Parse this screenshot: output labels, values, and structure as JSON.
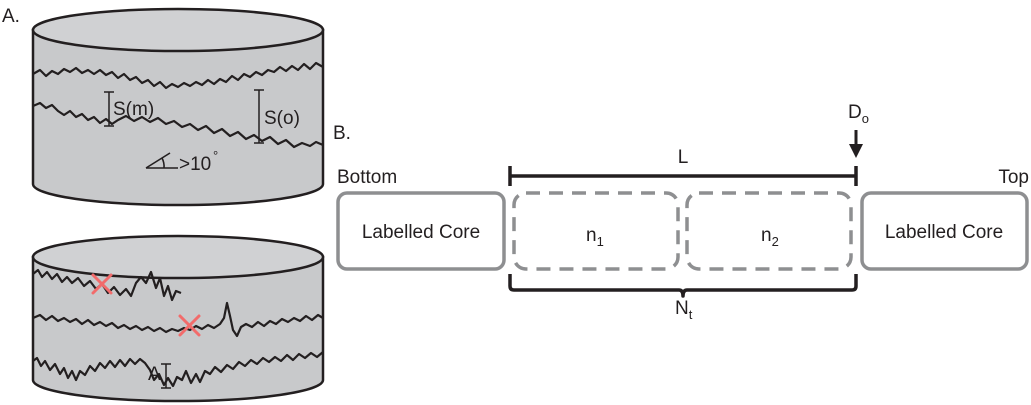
{
  "panel_a": {
    "label": "A.",
    "core_top": {
      "sm_label": "S(m)",
      "so_label": "S(o)",
      "angle_label": ">10",
      "degree_mark": "°"
    },
    "core_bottom": {
      "a_label": "A"
    }
  },
  "panel_b": {
    "label": "B.",
    "bottom_label": "Bottom",
    "top_label": "Top",
    "left_box_label": "Labelled Core",
    "right_box_label": "Labelled Core",
    "n1": {
      "base": "n",
      "sub": "1"
    },
    "n2": {
      "base": "n",
      "sub": "2"
    },
    "length_label": "L",
    "depth_marker": {
      "base": "D",
      "sub": "o"
    },
    "total_label": {
      "base": "N",
      "sub": "t"
    }
  },
  "colors": {
    "ink": "#231f20",
    "core_fill": "#c8c9cb",
    "core_top_fill": "#d0d1d3",
    "box_stroke": "#8e8f91",
    "reject_mark": "#f26b6b"
  }
}
